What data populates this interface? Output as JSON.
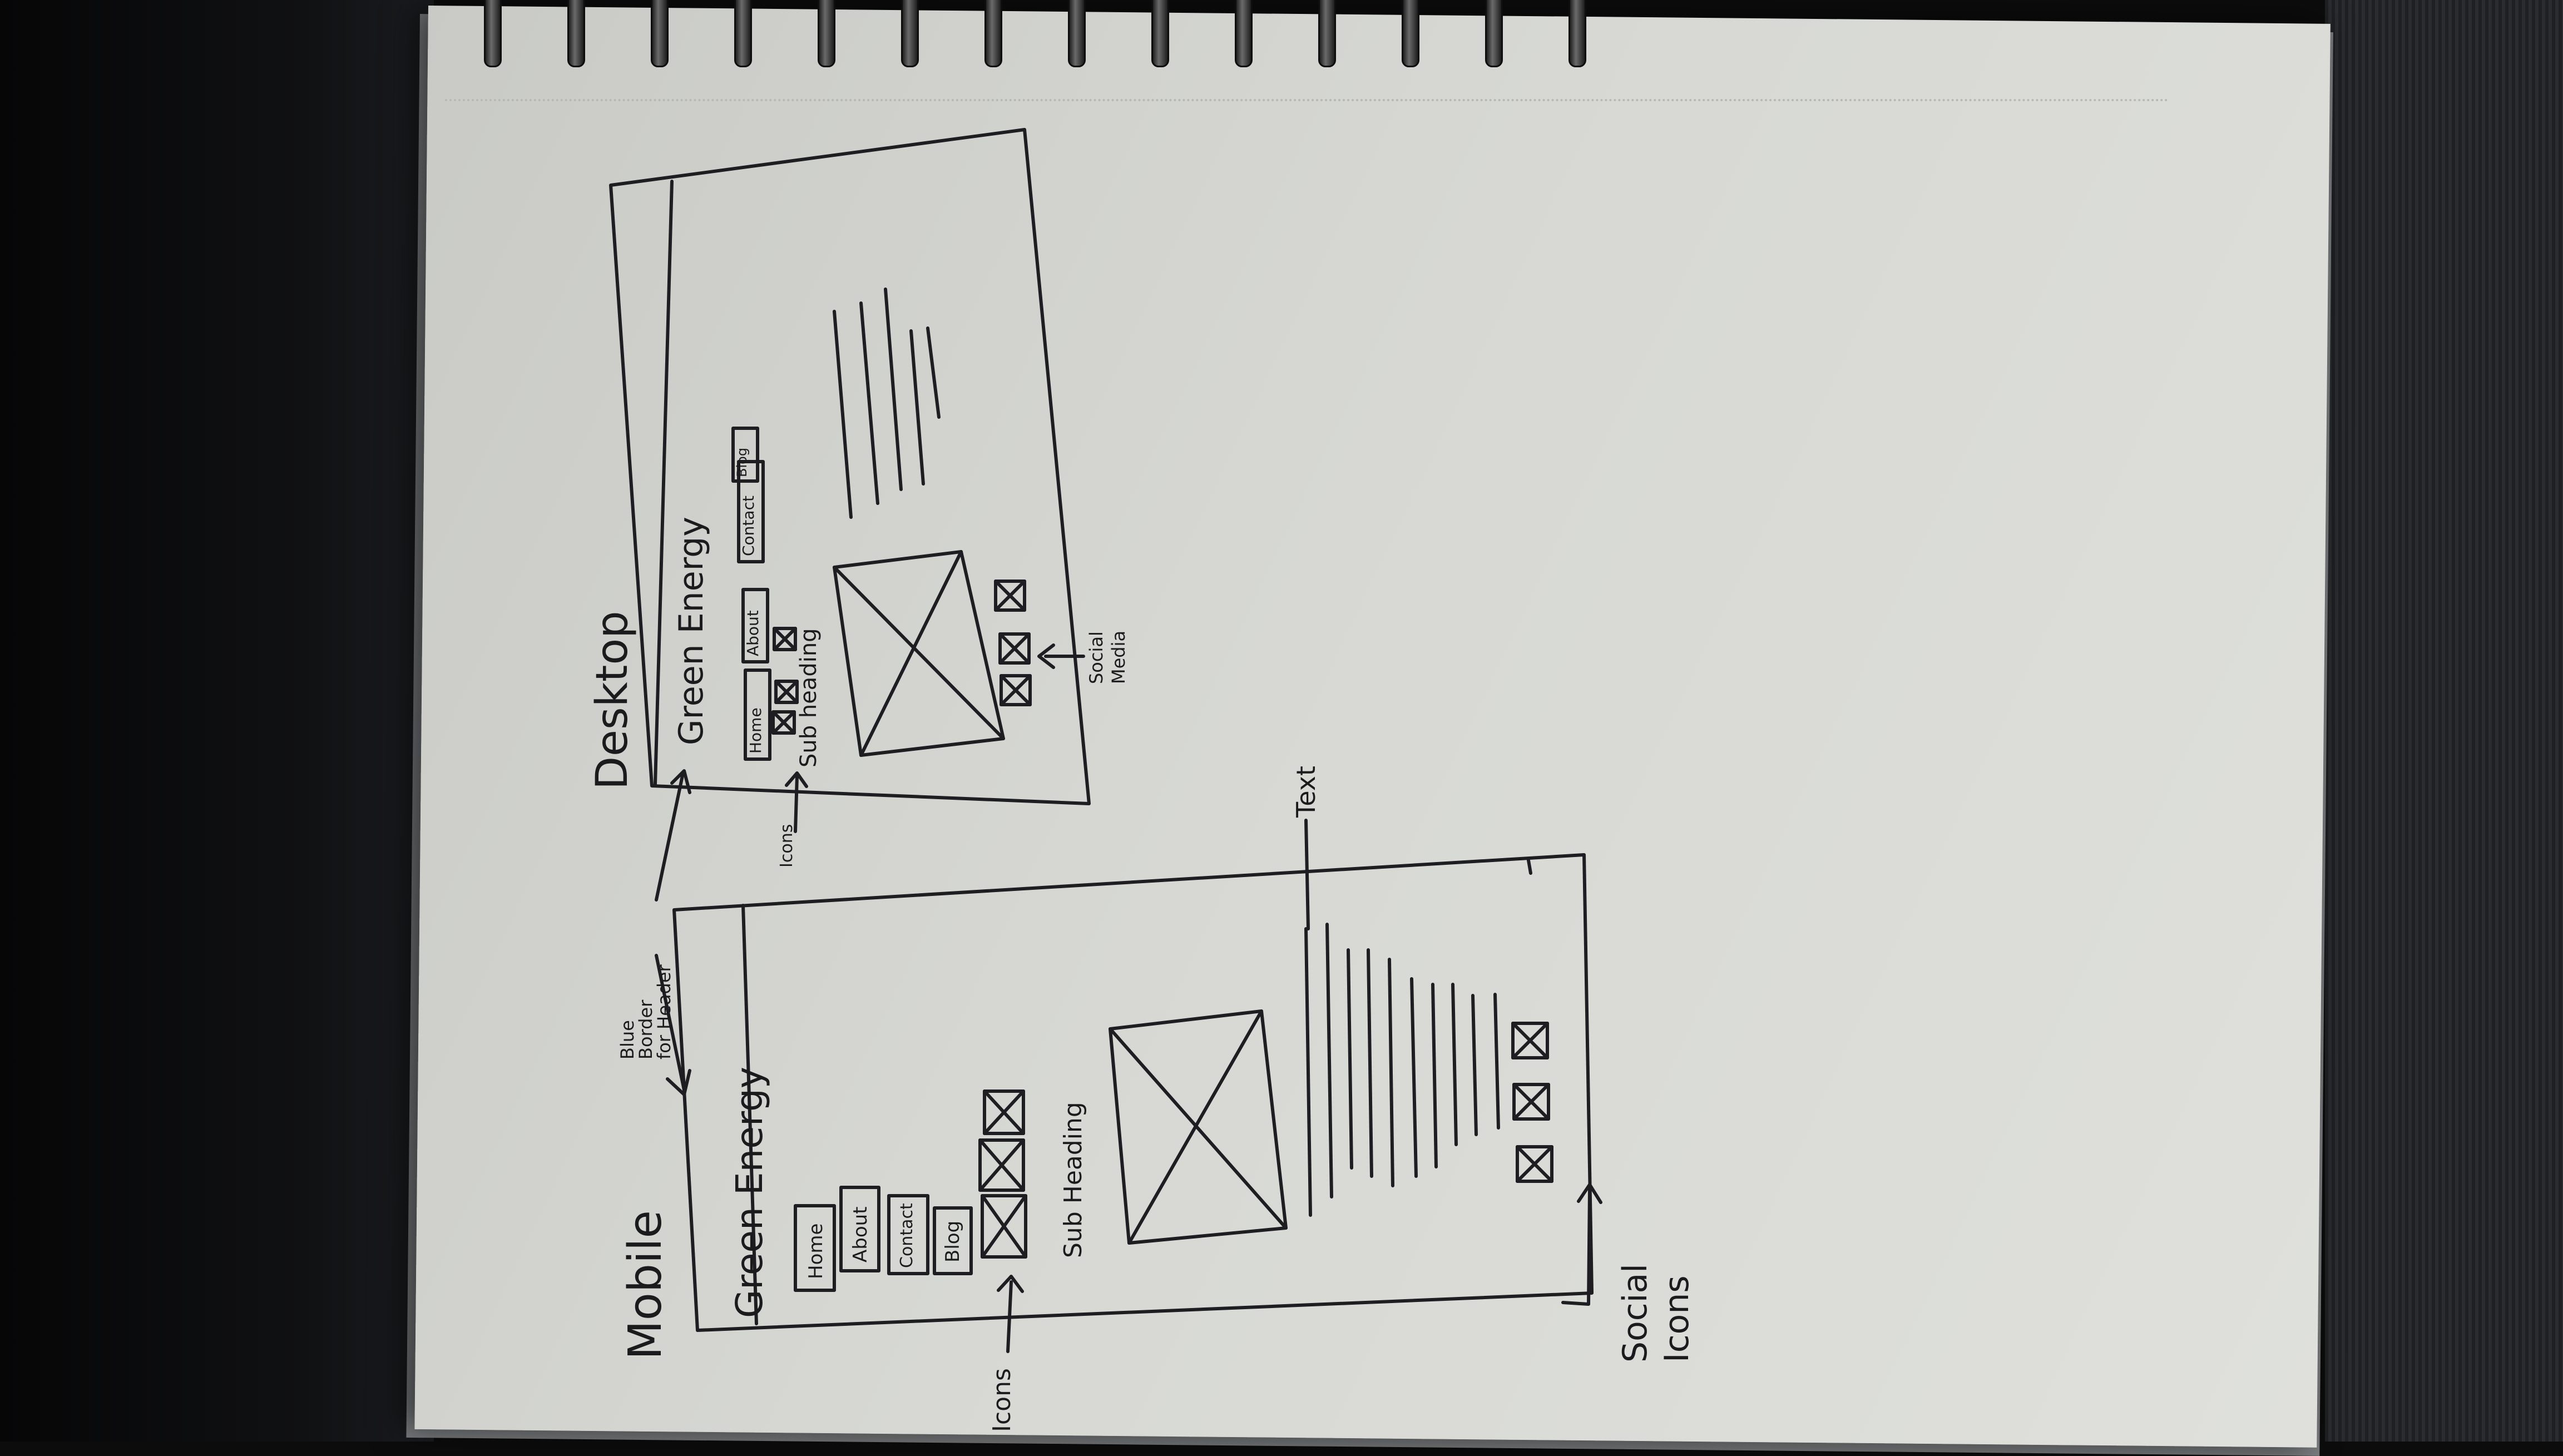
{
  "sketch": {
    "mobile": {
      "title": "Mobile",
      "site_name": "Green Energy",
      "nav": [
        "Home",
        "About",
        "Contact",
        "Blog"
      ],
      "subheading": "Sub Heading"
    },
    "desktop": {
      "title": "Desktop",
      "site_name": "Green Energy",
      "nav": [
        "Home",
        "About",
        "Contact",
        "Blog"
      ],
      "subheading": "Sub heading"
    },
    "annotations": {
      "header_border_line1": "Blue",
      "header_border_line2": "Border",
      "header_border_line3": "for Header",
      "icons_mobile": "Icons",
      "icons_desktop": "Icons",
      "text": "Text",
      "social_icons_line1": "Social",
      "social_icons_line2": "Icons",
      "social_media_line1": "Social",
      "social_media_line2": "Media"
    }
  }
}
